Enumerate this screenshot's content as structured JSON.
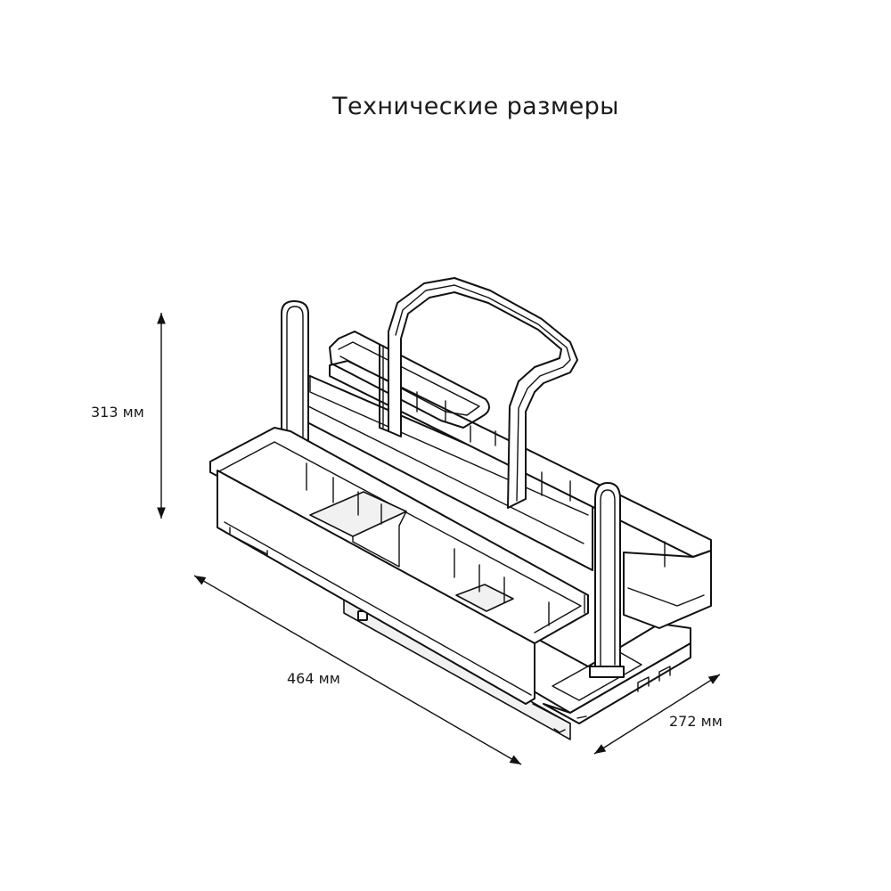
{
  "title": "Технические размеры",
  "dimensions": {
    "height": "313 мм",
    "length": "464 мм",
    "depth": "272 мм"
  },
  "colors": {
    "line": "#111111",
    "background": "#ffffff"
  }
}
